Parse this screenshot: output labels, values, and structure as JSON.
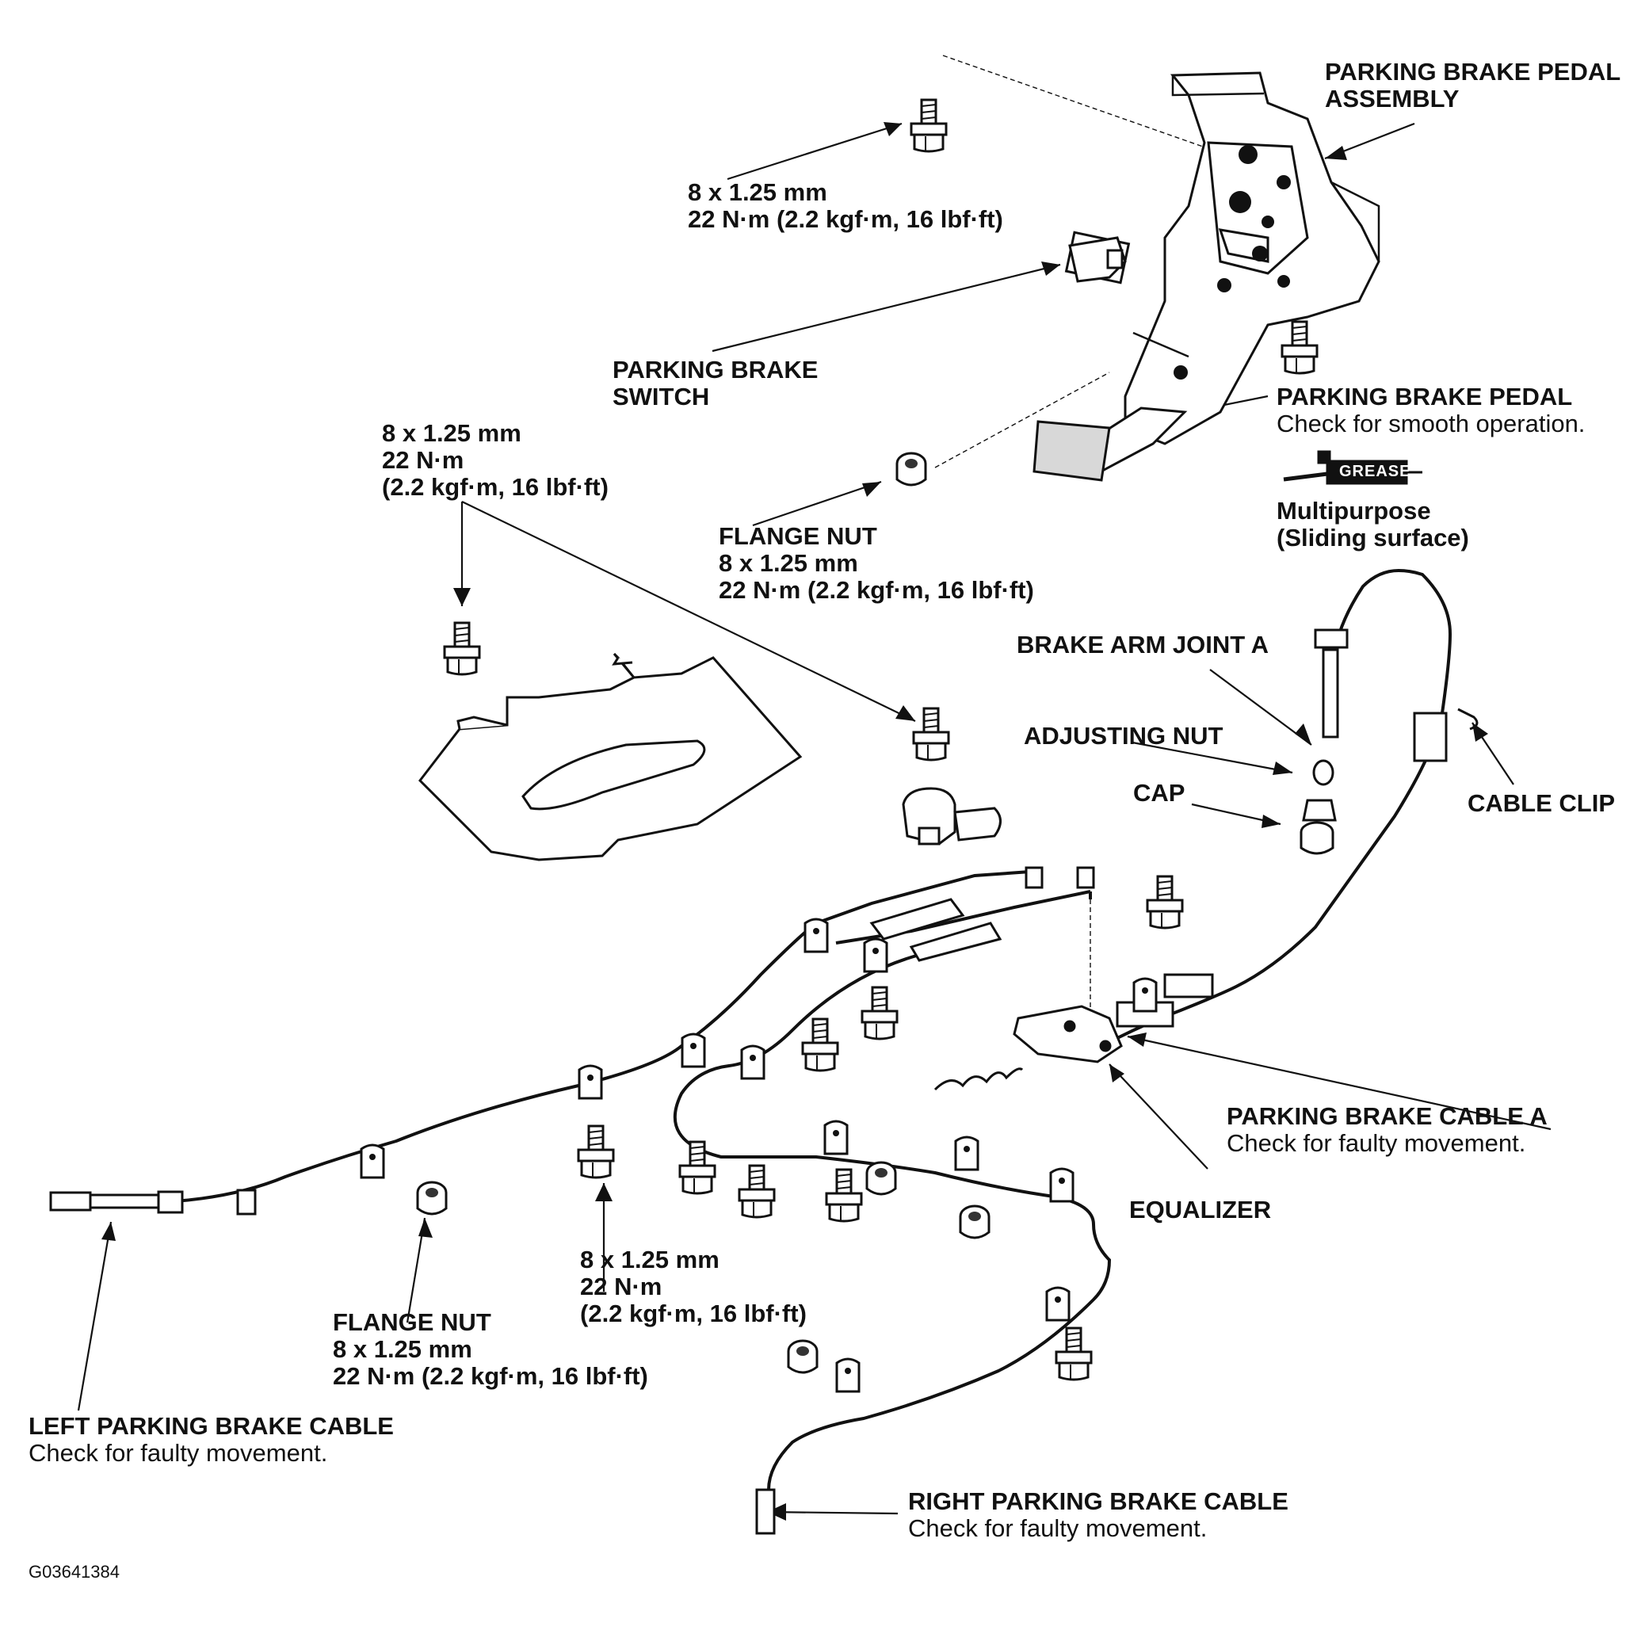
{
  "figure_code": "G03641384",
  "grease_tag": "GREASE",
  "labels": {
    "pedal_assembly": {
      "line1": "PARKING BRAKE PEDAL",
      "line2": "ASSEMBLY"
    },
    "top_bolt": {
      "line1": "8 x 1.25 mm",
      "line2": "22 N·m (2.2 kgf·m, 16 lbf·ft)"
    },
    "switch": {
      "line1": "PARKING BRAKE",
      "line2": "SWITCH"
    },
    "pedal": {
      "line1": "PARKING BRAKE PEDAL",
      "line2": "Check for smooth operation."
    },
    "grease": {
      "line1": "Multipurpose",
      "line2": "(Sliding surface)"
    },
    "left_bolt": {
      "line1": "8 x 1.25 mm",
      "line2": "22 N·m",
      "line3": "(2.2 kgf·m, 16 lbf·ft)"
    },
    "flange_nut_top": {
      "line1": "FLANGE NUT",
      "line2": "8 x 1.25 mm",
      "line3": "22 N·m (2.2 kgf·m, 16 lbf·ft)"
    },
    "brake_arm_joint": {
      "line1": "BRAKE ARM JOINT A"
    },
    "adjusting_nut": {
      "line1": "ADJUSTING NUT"
    },
    "cap": {
      "line1": "CAP"
    },
    "cable_clip": {
      "line1": "CABLE CLIP"
    },
    "cable_a": {
      "line1": "PARKING BRAKE CABLE A",
      "line2": "Check for faulty movement."
    },
    "equalizer": {
      "line1": "EQUALIZER"
    },
    "bottom_bolt": {
      "line1": "8 x 1.25 mm",
      "line2": "22 N·m",
      "line3": "(2.2 kgf·m, 16 lbf·ft)"
    },
    "flange_nut_bottom": {
      "line1": "FLANGE NUT",
      "line2": "8 x 1.25 mm",
      "line3": "22 N·m (2.2 kgf·m, 16 lbf·ft)"
    },
    "left_cable": {
      "line1": "LEFT PARKING BRAKE CABLE",
      "line2": "Check for faulty movement."
    },
    "right_cable": {
      "line1": "RIGHT PARKING BRAKE CABLE",
      "line2": "Check for faulty movement."
    }
  }
}
